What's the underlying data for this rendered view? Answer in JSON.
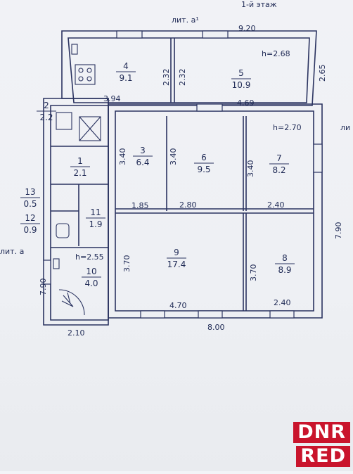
{
  "header": {
    "floor_label": "1-й этаж",
    "lit_a1": "лит. а¹",
    "lit_a": "лит. а",
    "lit_right": "ли"
  },
  "dims": {
    "top_total": "9.20",
    "right_upper": "2.65",
    "h_upper": "h=2.68",
    "w_394": "3.94",
    "w_469": "4.69",
    "h_main": "h=2.70",
    "h_lower_left": "h=2.55",
    "v_232a": "2.32",
    "v_232b": "2.32",
    "v_340a": "3.40",
    "v_340b": "3.40",
    "v_340c": "3.40",
    "w_185": "1.85",
    "w_280": "2.80",
    "w_240a": "2.40",
    "v_370a": "3.70",
    "v_370b": "3.70",
    "w_470": "4.70",
    "w_240b": "2.40",
    "right_total": "7.90",
    "left_total": "7.90",
    "bottom_total": "8.00",
    "w_210": "2.10"
  },
  "rooms": [
    {
      "num": "1",
      "area": "2.1"
    },
    {
      "num": "2",
      "area": "2.2"
    },
    {
      "num": "3",
      "area": "6.4"
    },
    {
      "num": "4",
      "area": "9.1"
    },
    {
      "num": "5",
      "area": "10.9"
    },
    {
      "num": "6",
      "area": "9.5"
    },
    {
      "num": "7",
      "area": "8.2"
    },
    {
      "num": "8",
      "area": "8.9"
    },
    {
      "num": "9",
      "area": "17.4"
    },
    {
      "num": "10",
      "area": "4.0"
    },
    {
      "num": "11",
      "area": "1.9"
    },
    {
      "num": "12",
      "area": "0.9"
    },
    {
      "num": "13",
      "area": "0.5"
    }
  ],
  "watermark": {
    "line1": "DNR",
    "line2": "RED",
    "color": "#c9142c"
  },
  "colors": {
    "ink": "#1f2a55",
    "paper": "#eef0f4"
  }
}
